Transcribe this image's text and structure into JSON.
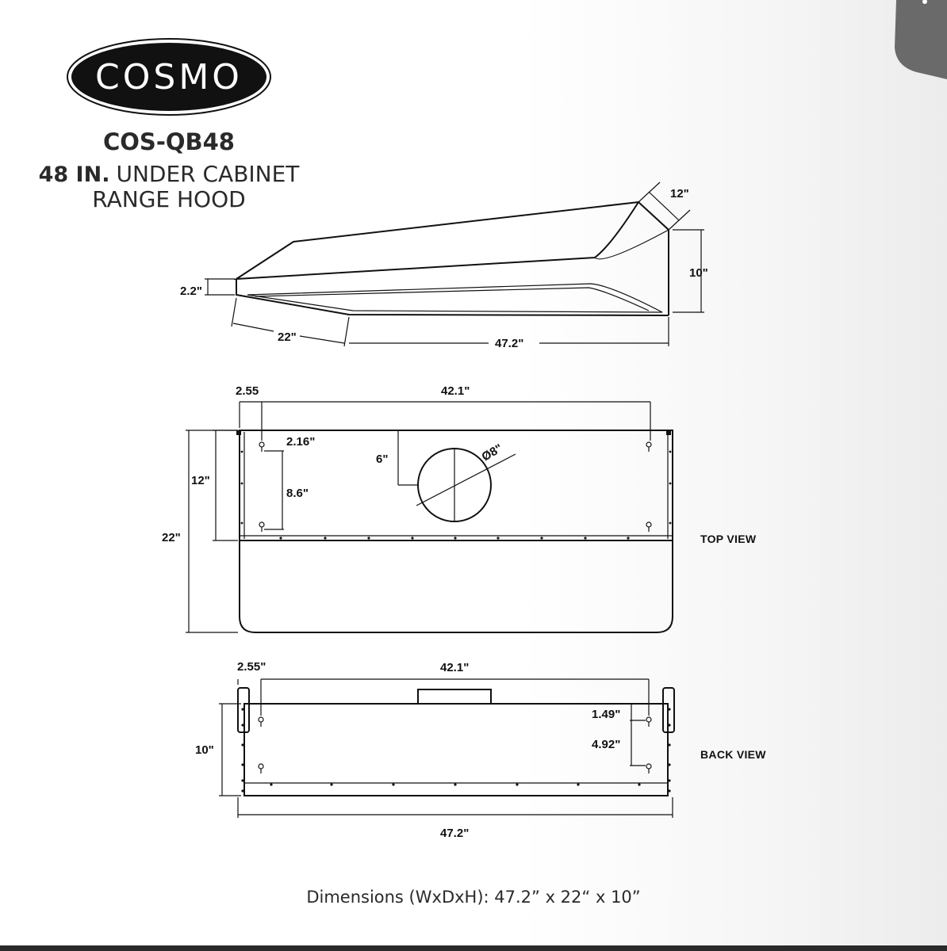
{
  "brand": {
    "logo_text": "COSMO"
  },
  "header": {
    "model": "COS-QB48",
    "size": "48 IN.",
    "type_line1": "UNDER CABINET",
    "type_line2": "RANGE HOOD"
  },
  "perspective": {
    "depth_top": "12\"",
    "height": "10\"",
    "front_lip": "2.2\"",
    "depth": "22\"",
    "width": "47.2\""
  },
  "top_view": {
    "label": "TOP VIEW",
    "offset_left": "2.55",
    "hole_span": "42.1\"",
    "hole_from_top": "2.16\"",
    "hole_spacing": "8.6\"",
    "duct_offset": "6\"",
    "duct_diameter": "Ø8\"",
    "body_depth": "12\"",
    "total_depth": "22\""
  },
  "back_view": {
    "label": "BACK VIEW",
    "offset_left": "2.55\"",
    "hole_span": "42.1\"",
    "hole_from_top": "1.49\"",
    "hole_spacing": "4.92\"",
    "height": "10\"",
    "width": "47.2\""
  },
  "footer": {
    "dimensions": "Dimensions (WxDxH): 47.2” x 22“ x 10”"
  }
}
